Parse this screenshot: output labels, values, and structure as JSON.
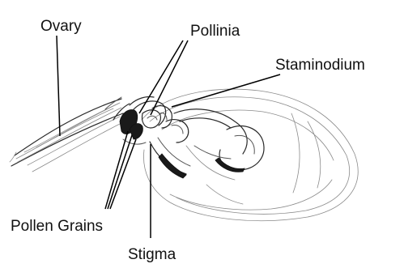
{
  "labels": {
    "ovary": "Ovary",
    "pollinia": "Pollinia",
    "staminodium": "Staminodium",
    "pollen_grains": "Pollen Grains",
    "stigma": "Stigma"
  },
  "colors": {
    "background": "#ffffff",
    "ink": "#111111"
  }
}
